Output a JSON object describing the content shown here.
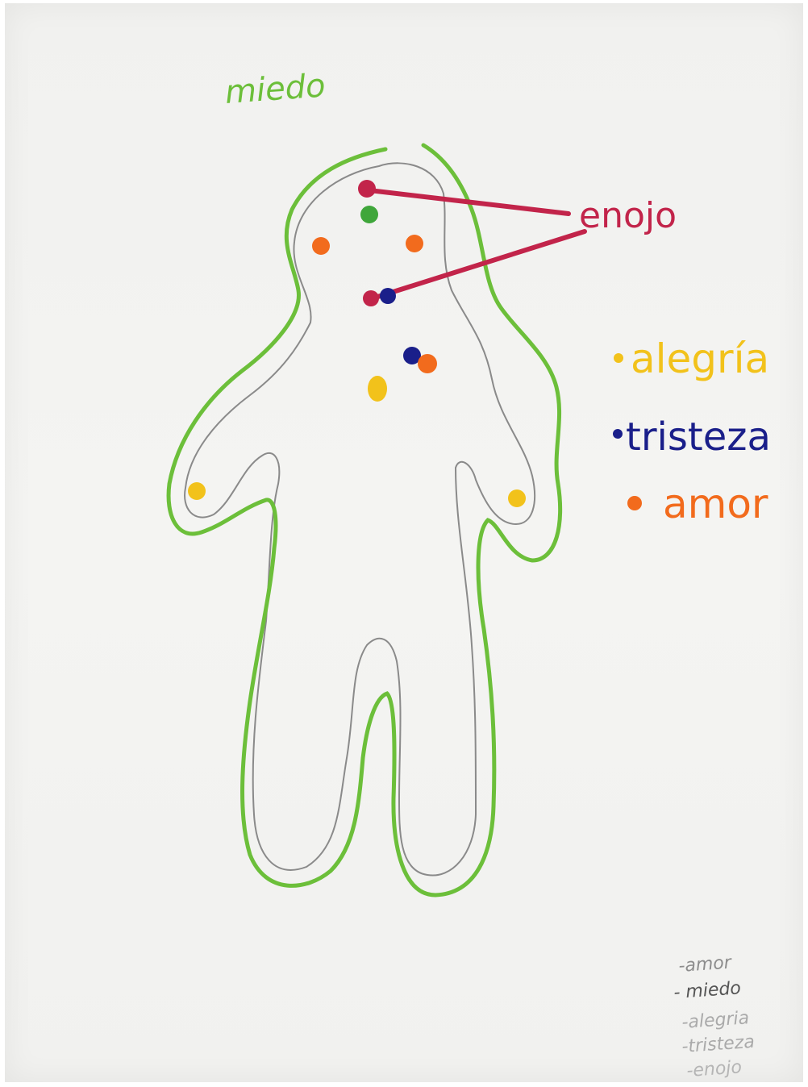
{
  "labels": {
    "miedo": "miedo",
    "enojo": "enojo",
    "alegria": "alegría",
    "tristeza": "tristeza",
    "amor": "amor"
  },
  "notes": [
    "-amor",
    "- miedo",
    "-alegria",
    "-tristeza",
    "-enojo"
  ],
  "colors": {
    "miedo": "#6cbf3a",
    "enojo": "#c2244a",
    "alegria": "#f2c21b",
    "tristeza": "#1a1f8a",
    "amor": "#f26b1d",
    "pencil": "#8a8a8a"
  }
}
